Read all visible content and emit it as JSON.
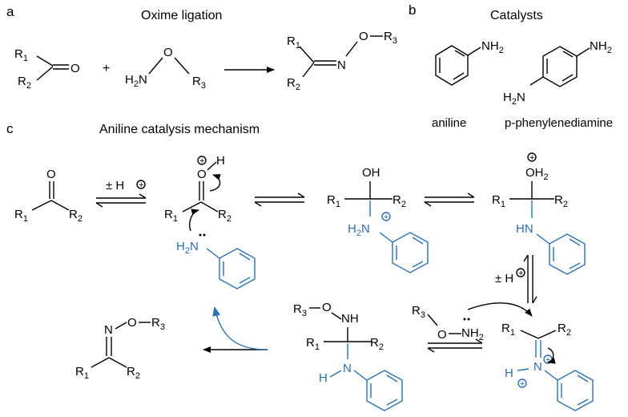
{
  "panels": {
    "a": {
      "letter": "a",
      "title": "Oxime ligation"
    },
    "b": {
      "letter": "b",
      "title": "Catalysts",
      "catalyst1": "aniline",
      "catalyst2": "p-phenylenediamine"
    },
    "c": {
      "letter": "c",
      "title": "Aniline catalysis mechanism"
    }
  },
  "reaction": {
    "plus": "+"
  },
  "labels": {
    "O": "O",
    "N": "N",
    "H": "H",
    "HN": "HN",
    "NH": "NH",
    "OH": "OH",
    "OH2": "OH",
    "H2": "H",
    "N_bare": "N",
    "R": "R",
    "sub1": "1",
    "sub2": "2",
    "sub3": "3",
    "sub_h2": "2",
    "pm_h": "± H",
    "plus_charge": "+"
  },
  "colors": {
    "blue": "#2a6fb0",
    "black": "#000000"
  }
}
